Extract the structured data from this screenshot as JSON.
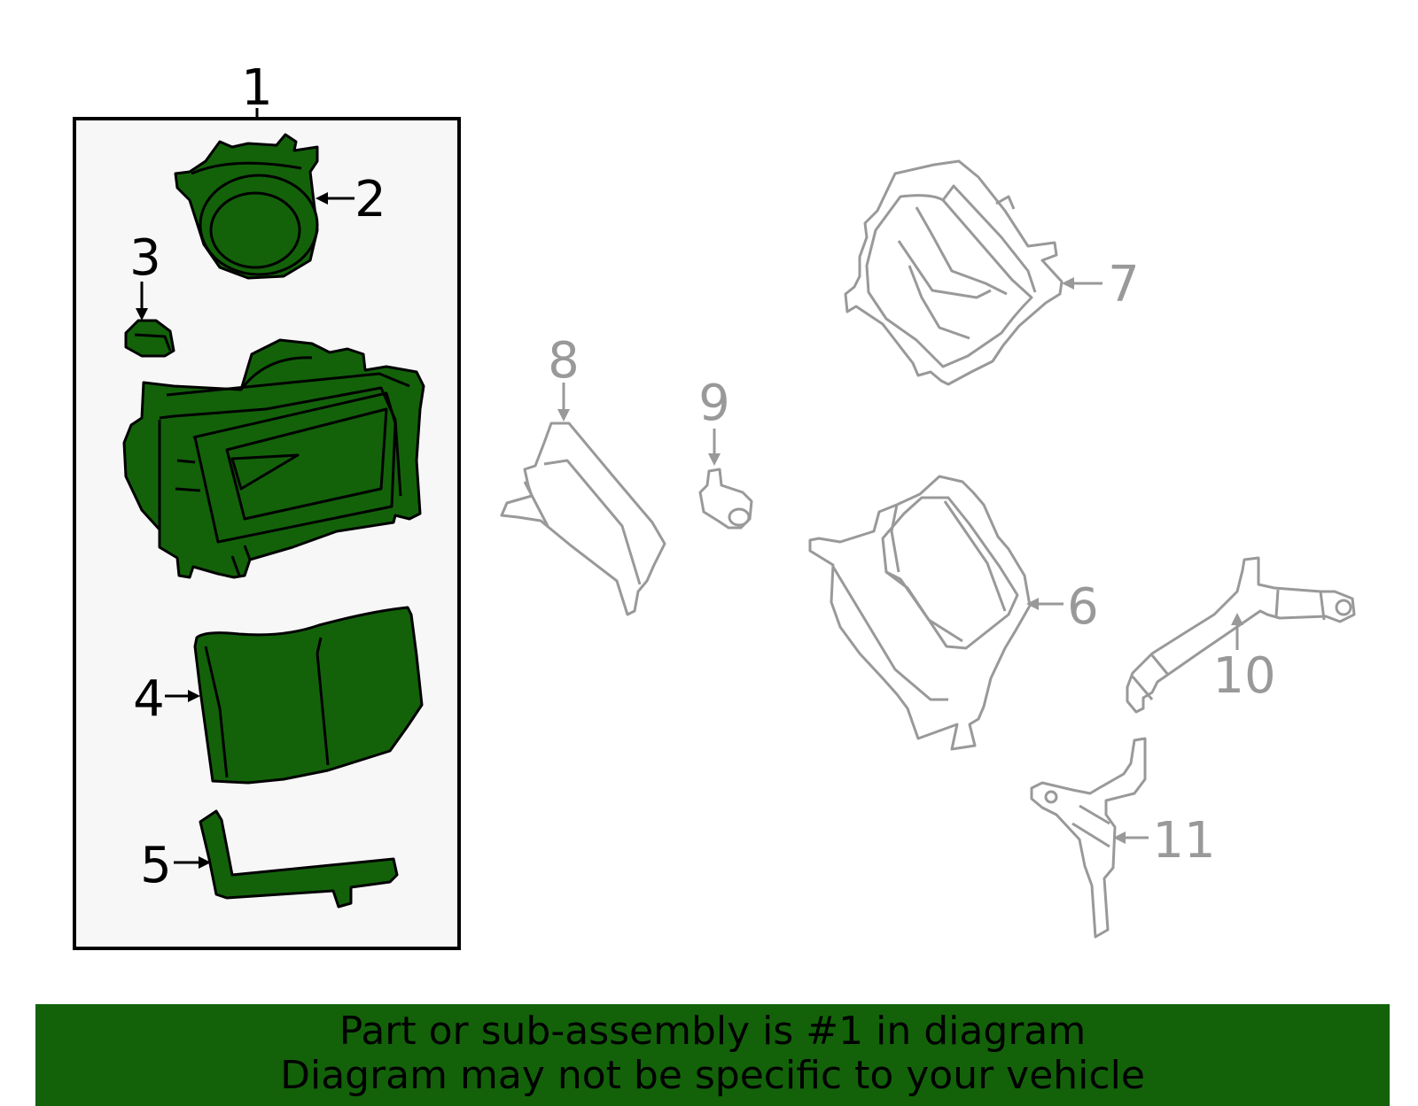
{
  "colors": {
    "highlight_fill": "#13620a",
    "panel_fill": "#f7f7f7",
    "outline_dark": "#000000",
    "outline_grey": "#999999",
    "banner_fill": "#13620a"
  },
  "callouts": [
    {
      "id": "1",
      "label": "1",
      "state": "highlighted"
    },
    {
      "id": "2",
      "label": "2",
      "state": "highlighted"
    },
    {
      "id": "3",
      "label": "3",
      "state": "highlighted"
    },
    {
      "id": "4",
      "label": "4",
      "state": "highlighted"
    },
    {
      "id": "5",
      "label": "5",
      "state": "highlighted"
    },
    {
      "id": "6",
      "label": "6",
      "state": "dimmed"
    },
    {
      "id": "7",
      "label": "7",
      "state": "dimmed"
    },
    {
      "id": "8",
      "label": "8",
      "state": "dimmed"
    },
    {
      "id": "9",
      "label": "9",
      "state": "dimmed"
    },
    {
      "id": "10",
      "label": "10",
      "state": "dimmed"
    },
    {
      "id": "11",
      "label": "11",
      "state": "dimmed"
    }
  ],
  "banner": {
    "line1": "Part or sub-assembly is #1 in diagram",
    "line2": "Diagram may not be specific to your vehicle"
  }
}
